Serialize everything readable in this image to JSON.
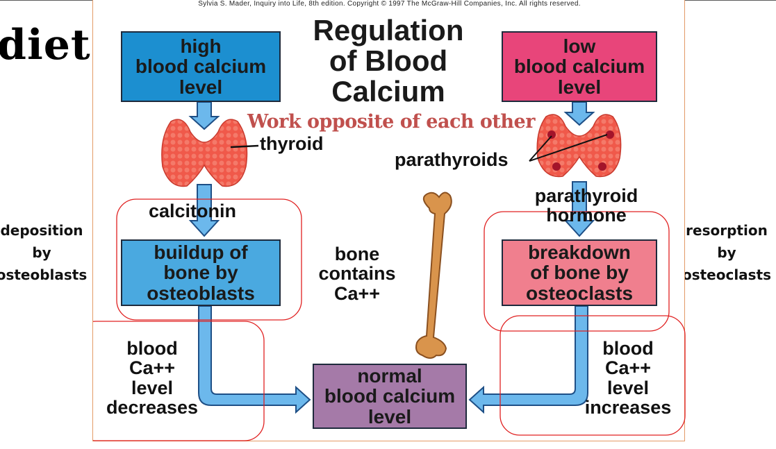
{
  "page_title": "diet",
  "credit": "Sylvia S. Mader, Inquiry into Life, 8th edition. Copyright © 1997 The McGraw-Hill Companies, Inc. All rights reserved.",
  "figure_title": "Regulation\nof Blood\nCalcium",
  "overlay_note": "Work opposite of each other",
  "boxes": {
    "high": "high\nblood calcium\nlevel",
    "low": "low\nblood calcium\nlevel",
    "buildup": "buildup of\nbone by\nosteoblasts",
    "breakdown": "breakdown\nof bone by\nosteoclasts",
    "normal": "normal\nblood calcium\nlevel"
  },
  "labels": {
    "thyroid": "thyroid",
    "parathyroids": "parathyroids",
    "calcitonin": "calcitonin",
    "pth": "parathyroid\nhormone",
    "bone": "bone\ncontains\nCa++",
    "decreases": "blood\nCa++\nlevel\ndecreases",
    "increases": "blood\nCa++\nlevel\nincreases"
  },
  "side_notes": {
    "left": "deposition\nby\nosteoblasts",
    "right": "resorption\nby\nosteoclasts"
  },
  "colors": {
    "high_box": "#1c8fd0",
    "low_box": "#e8457a",
    "buildup_box": "#4aa9e0",
    "breakdown_box": "#f07f8e",
    "normal_box": "#a57aa8",
    "arrow": "#6cb8ec",
    "highlight_circle": "#e02020",
    "note_text": "#c0504d",
    "gland": "#f0594a",
    "bone": "#d9944c"
  }
}
